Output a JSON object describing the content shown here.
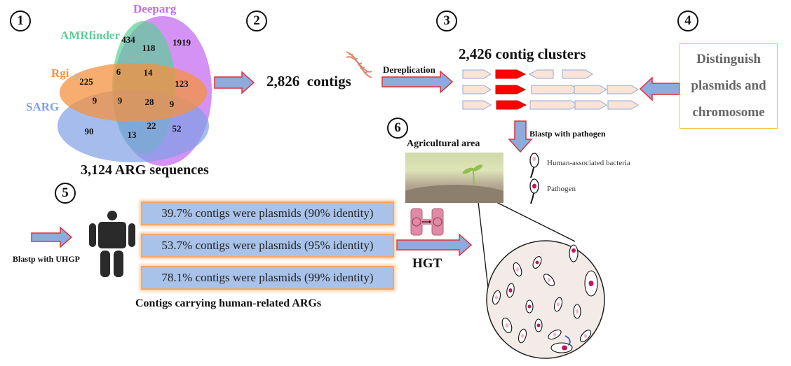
{
  "steps": [
    "1",
    "2",
    "3",
    "4",
    "5",
    "6"
  ],
  "venn": {
    "sets": [
      {
        "name": "Deeparg",
        "color": "#c56df0"
      },
      {
        "name": "AMRfinder",
        "color": "#5ccf98"
      },
      {
        "name": "Rgi",
        "color": "#f4923f"
      },
      {
        "name": "SARG",
        "color": "#7f9fe6"
      }
    ],
    "regions": {
      "amrfinder_only": "434",
      "amrfinder_deeparg": "118",
      "deeparg_only": "1919",
      "rgi_only": "225",
      "rgi_amrfinder": "6",
      "rgi_amrfinder_deeparg": "14",
      "rgi_deeparg": "123",
      "sarg_rgi": "9",
      "sarg_rgi_amrfinder": "9",
      "all_four": "28",
      "sarg_rgi_deeparg": "9",
      "sarg_only": "90",
      "sarg_amrfinder": "13",
      "sarg_amrfinder_deeparg": "22",
      "sarg_deeparg": "52"
    },
    "caption": "3,124 ARG sequences"
  },
  "step2": {
    "label": "2,826  contigs",
    "arrow_label": "Dereplication"
  },
  "step3": {
    "title": "2,426 contig clusters",
    "arrow_label": "Blastp with pathogen"
  },
  "step4": {
    "lines": [
      "Distinguish",
      "plasmids and",
      "chromosome"
    ]
  },
  "step5": {
    "arrow_label": "Blastp with UHGP",
    "results": [
      "39.7% contigs were plasmids (90% identity)",
      "53.7% contigs were plasmids (95% identity)",
      "78.1% contigs were plasmids (99% identity)"
    ],
    "caption": "Contigs carrying human-related ARGs",
    "hgt_label": "HGT"
  },
  "step6": {
    "title": "Agricultural area",
    "legend": [
      {
        "label": "Human-associated bacteria"
      },
      {
        "label": "Pathogen"
      }
    ]
  },
  "colors": {
    "arrow_fill": "#8faadc",
    "arrow_stroke": "#e0303a",
    "gene_fill": "#fbe3d6",
    "gene_stroke": "#8faadc",
    "arg_gene": "#ff0000",
    "box_border": "#f5c542"
  }
}
